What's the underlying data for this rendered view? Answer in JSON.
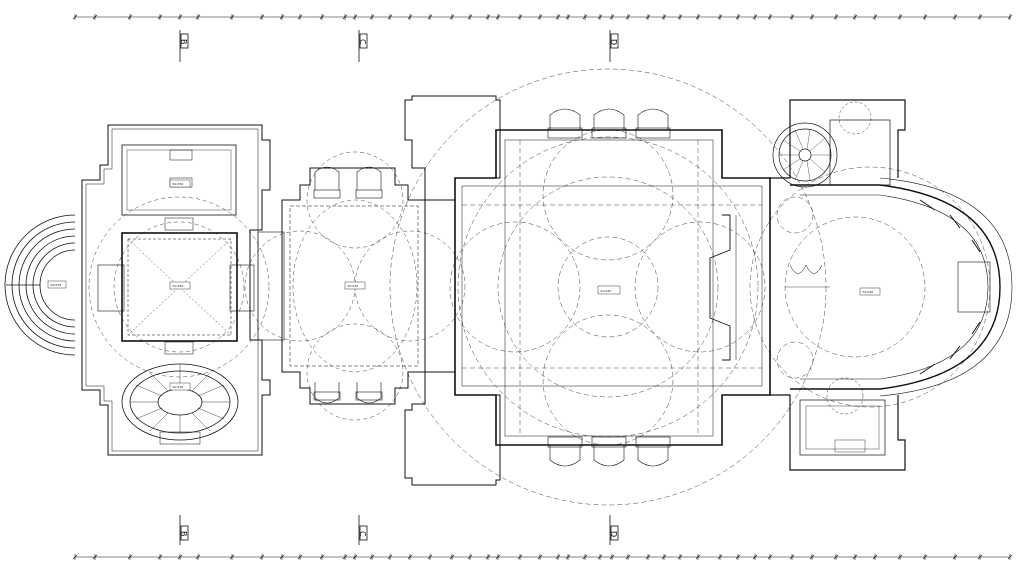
{
  "drawing": {
    "section_marks": {
      "top": [
        "B",
        "C",
        "D"
      ],
      "bottom": [
        "B",
        "C",
        "D"
      ]
    },
    "room_levels": {
      "apse": "±0.030",
      "north_room": "±0.030",
      "narthex": "±0.030",
      "south_stair": "±0.030",
      "nave_west": "±0.030",
      "nave_center": "±0.030",
      "altar": "±0.030"
    }
  }
}
